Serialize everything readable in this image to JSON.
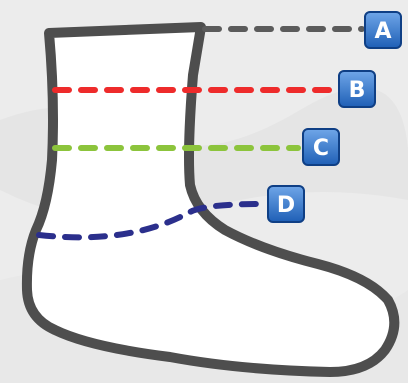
{
  "diagram": {
    "markers": [
      {
        "id": "a",
        "label": "A",
        "line_color": "#5b5b5b"
      },
      {
        "id": "b",
        "label": "B",
        "line_color": "#ee2b2b"
      },
      {
        "id": "c",
        "label": "C",
        "line_color": "#8cc43c"
      },
      {
        "id": "d",
        "label": "D",
        "line_color": "#2b2f8c"
      }
    ],
    "colors": {
      "background": "#ececec",
      "sock_fill": "#ffffff",
      "sock_outline": "#4e4e4e",
      "badge_top": "#6fa6e8",
      "badge_bottom": "#1f5fb6",
      "badge_border": "#0f3f85"
    }
  }
}
